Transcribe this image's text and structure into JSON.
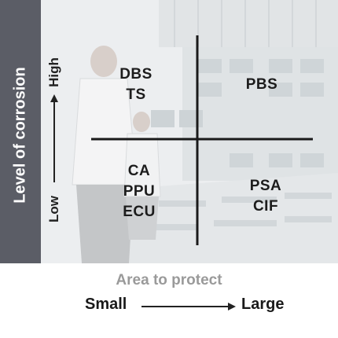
{
  "side_title": "Level of corrosion",
  "y_axis": {
    "high": "High",
    "low": "Low"
  },
  "quadrants": {
    "top_left": [
      "DBS",
      "TS"
    ],
    "top_right": [
      "PBS"
    ],
    "bottom_left": [
      "CA",
      "PPU",
      "ECU"
    ],
    "bottom_right": [
      "PSA",
      "CIF"
    ]
  },
  "x_axis": {
    "title": "Area to protect",
    "small": "Small",
    "large": "Large"
  },
  "colors": {
    "side_band": "#5b5d66",
    "axis_title": "#9a9a9a",
    "text": "#1c1c1c"
  }
}
